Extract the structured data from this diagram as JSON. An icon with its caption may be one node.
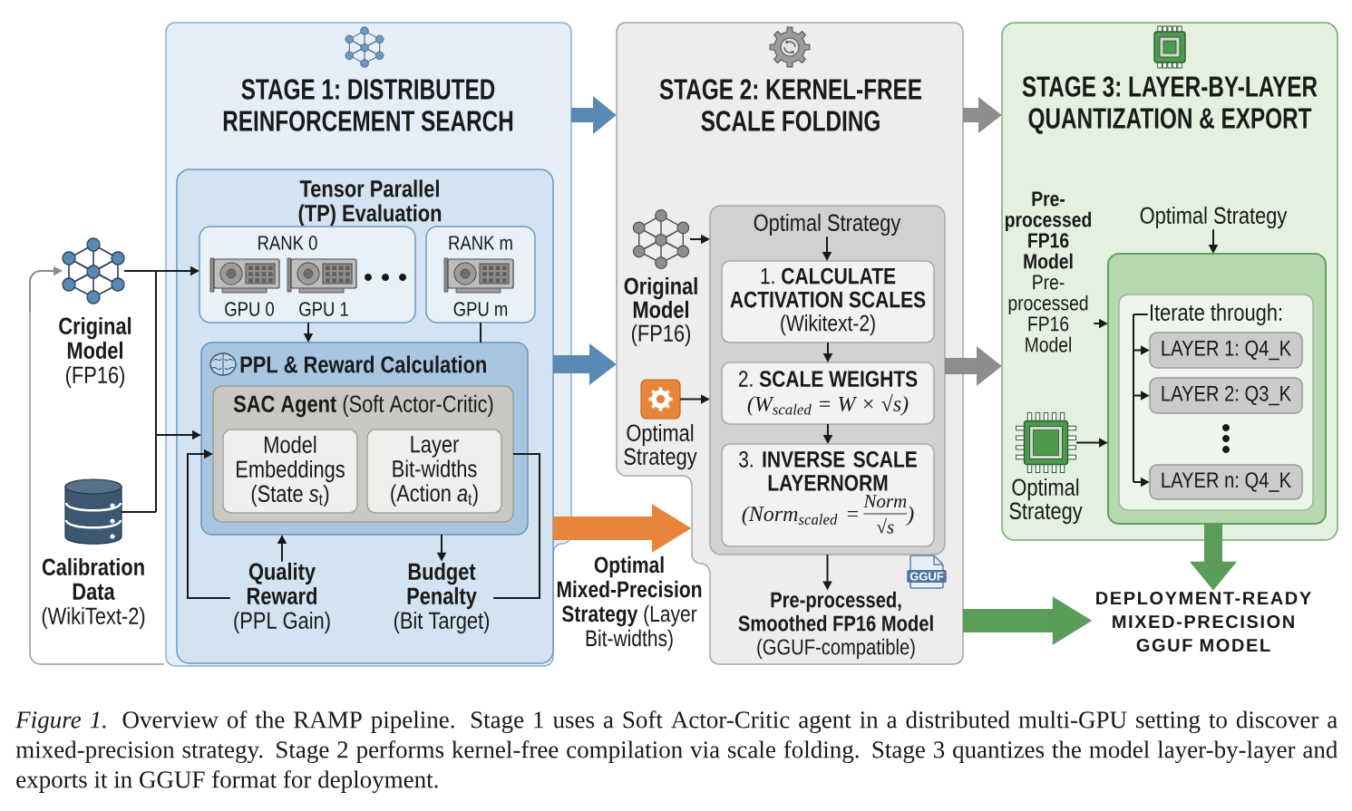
{
  "diagram": {
    "nodes": [
      {
        "text": [],
        "shape": "box"
      },
      {
        "text": [],
        "shape": "picture",
        "beside": [
          "Criginal Model",
          "(FP16)"
        ]
      },
      {
        "text": [],
        "shape": "cylinder",
        "beside": [
          "Calibration Data",
          "(WikiText-2)"
        ],
        "in": 0
      },
      {
        "text": [
          "STAGE 1: DISTRIBUTED REINFORCEMENT SEARCH"
        ]
      },
      {
        "text": [
          "Tensor Parallel (TP) Evaluation"
        ],
        "in": 3
      },
      {
        "text": [
          "RANK 0",
          "GPU 0",
          "GPU 1"
        ],
        "in": 4
      },
      {
        "text": [
          "RANK m",
          "GPU m"
        ],
        "in": 4
      },
      {
        "text": [
          "PPL & Reward Calculation"
        ],
        "in": 4
      },
      {
        "text": [
          "**SAC Agent** (Soft Actor-Critic)"
        ],
        "in": 7
      },
      {
        "text": [
          "Model Embeddings (State *s*$_{t}$)"
        ],
        "in": 8
      },
      {
        "text": [
          "Layer Bit-widths (Action *a*$_{t}$)"
        ],
        "in": 8
      },
      {
        "text": [
          "Quality Reward",
          "(PPL Gain)"
        ],
        "in": 4
      },
      {
        "text": [
          "Budget Penalty",
          "(Bit Target)"
        ],
        "in": 4
      },
      {
        "text": [
          "STAGE 2: KERNEL-FREE SCALE FOLDING"
        ]
      },
      {
        "text": [],
        "shape": "picture",
        "beside": [
          "Original Model",
          "(FP16)"
        ],
        "in": 13
      },
      {
        "text": [],
        "shape": "box",
        "in": 13
      },
      {
        "text": [
          "Optimal Strategy"
        ],
        "in": 15
      },
      {
        "text": [
          "1. **CALCULATE ACTIVATION SCALES**",
          "(Wikitext-2)"
        ],
        "in": 15
      },
      {
        "text": [
          "2. **SCALE WEIGHTS**",
          "(W$_{scaled}$ = W × √s)"
        ],
        "in": 15
      },
      {
        "text": [
          "3. **INVERSE SCALE LAYERNORM**",
          "(Norm$_{scaled}$ =",
          "Norm",
          "√s",
          ")"
        ],
        "in": 15
      },
      {
        "text": [],
        "shape": "picture",
        "beside": [
          "Optimal Strategy"
        ],
        "in": 13
      },
      {
        "text": [
          "Pre-processed, Smoothed FP16 Model",
          "(GGUF-compatible)"
        ],
        "in": 13
      },
      {
        "text": [
          "GGUF"
        ],
        "in": 13
      },
      {
        "text": [
          "STAGE 3: LAYER-BY-LAYER QUANTIZATION & EXPORT"
        ]
      },
      {
        "text": [
          "Pre-processed FP16 Model",
          "Pre-processed FP16 Model"
        ],
        "in": 23
      },
      {
        "text": [
          "Optimal Strategy"
        ],
        "in": 23
      },
      {
        "text": [],
        "shape": "box",
        "in": 23
      },
      {
        "text": [],
        "shape": "box",
        "in": 26
      },
      {
        "text": [
          "Iterate through:"
        ],
        "in": 27
      },
      {
        "text": [
          "LAYER 1: Q4_K"
        ],
        "in": 27
      },
      {
        "text": [
          "LAYER 2: Q3_K"
        ],
        "in": 27
      },
      {
        "text": [
          "LAYER n: Q4_K"
        ],
        "in": 27
      },
      {
        "text": [],
        "shape": "picture",
        "beside": [
          "Optimal Strategy"
        ],
        "in": 23
      },
      {
        "text": [
          "DEPLOYMENT-READY MIXED-PRECISION GGUF MODEL"
        ]
      }
    ],
    "edges": [
      {
        "from": 0,
        "to": 1,
        "arrow": "to",
        "color": "#8c8c8c"
      },
      {
        "from": 1,
        "to": 5,
        "arrow": "to"
      },
      {
        "from": 1,
        "to": 7,
        "arrow": "to"
      },
      {
        "from": 2,
        "to": 5,
        "arrow": "to"
      },
      {
        "from": 2,
        "to": 7,
        "arrow": "to"
      },
      {
        "from": 5,
        "to": 7,
        "arrow": "to"
      },
      {
        "from": 6,
        "to": 7,
        "arrow": "none"
      },
      {
        "from": 11,
        "to": 7,
        "arrow": "to"
      },
      {
        "from": 11,
        "to": 8,
        "arrow": "to"
      },
      {
        "from": 7,
        "to": 12,
        "arrow": "to"
      },
      {
        "from": 12,
        "to": 8,
        "arrow": "none"
      },
      {
        "from": 3,
        "to": 13,
        "arrow": "to",
        "style": "thick",
        "color": "#5b89b6"
      },
      {
        "from": 4,
        "to": 13,
        "arrow": "to",
        "style": "thick",
        "color": "#5b89b6"
      },
      {
        "from": 4,
        "to": 13,
        "arrow": "to",
        "style": "thick",
        "color": "#e8853a",
        "label": "**Optimal Mixed-Precision Strategy** (Layer Bit-widths)"
      },
      {
        "from": 14,
        "to": 15,
        "arrow": "to"
      },
      {
        "from": 20,
        "to": 15,
        "arrow": "to"
      },
      {
        "from": 16,
        "to": 17,
        "arrow": "to"
      },
      {
        "from": 17,
        "to": 18,
        "arrow": "to"
      },
      {
        "from": 18,
        "to": 19,
        "arrow": "to"
      },
      {
        "from": 15,
        "to": 21,
        "arrow": "to"
      },
      {
        "from": 13,
        "to": 23,
        "arrow": "to",
        "style": "thick",
        "color": "#8d8d8d"
      },
      {
        "from": 15,
        "to": 23,
        "arrow": "to",
        "style": "thick",
        "color": "#8d8d8d"
      },
      {
        "from": 13,
        "to": 33,
        "arrow": "to",
        "style": "thick",
        "color": "#5a9c58"
      },
      {
        "from": 24,
        "to": 26,
        "arrow": "to"
      },
      {
        "from": 25,
        "to": 26,
        "arrow": "to"
      },
      {
        "from": 32,
        "to": 26,
        "arrow": "to"
      },
      {
        "from": 28,
        "to": 29,
        "arrow": "to"
      },
      {
        "from": 28,
        "to": 30,
        "arrow": "to"
      },
      {
        "from": 28,
        "to": 31,
        "arrow": "to"
      },
      {
        "from": 26,
        "to": 33,
        "arrow": "to",
        "style": "thick",
        "color": "#5a9c58"
      }
    ],
    "caption": "*Figure 1.* Overview of the RAMP pipeline. Stage 1 uses a Soft Actor-Critic agent in a distributed multi-GPU setting to discover a mixed-precision strategy. Stage 2 performs kernel-free compilation via scale folding. Stage 3 quantizes the model layer-by-layer and exports it in GGUF format for deployment."
  }
}
